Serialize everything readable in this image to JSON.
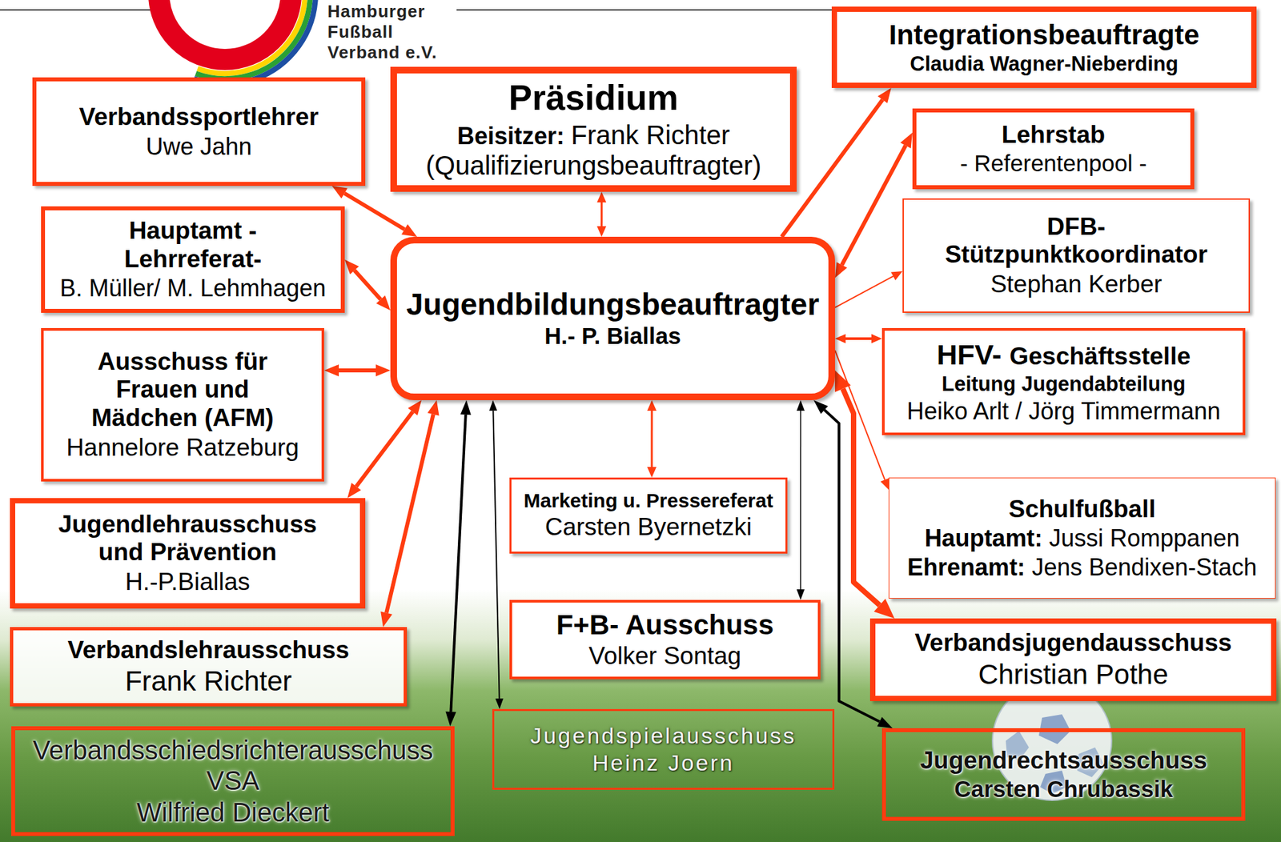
{
  "diagram": {
    "nodes": [
      {
        "text": [
          "Verbandssportlehrer",
          "Uwe Jahn"
        ]
      },
      {
        "text": [
          "Präsidium",
          "Beisitzer:",
          "Frank Richter (Qualifizierungsbeauftragter)"
        ]
      },
      {
        "text": [
          "Integrationsbeauftragte",
          "Claudia Wagner-Nieberding"
        ]
      },
      {
        "text": [
          "Lehrstab",
          "- Referentenpool -"
        ]
      },
      {
        "text": [
          "Hauptamt -Lehrreferat-",
          "B. Müller/ M. Lehmhagen"
        ]
      },
      {
        "text": [
          "Jugendbildungsbeauftragter",
          "H.- P. Biallas"
        ]
      },
      {
        "text": [
          "DFB- Stützpunktkoordinator",
          "Stephan Kerber"
        ]
      },
      {
        "text": [
          "Ausschuss für Frauen und Mädchen (AFM)",
          "Hannelore Ratzeburg"
        ]
      },
      {
        "text": [
          "HFV-",
          "Geschäftsstelle",
          "Leitung Jugendabteilung",
          "Heiko Arlt / Jörg Timmermann"
        ]
      },
      {
        "text": [
          "Marketing u. Pressereferat",
          "Carsten Byernetzki"
        ]
      },
      {
        "text": [
          "Schulfußball",
          "Hauptamt:",
          "Jussi Romppanen",
          "Ehrenamt:",
          "Jens Bendixen-Stach"
        ]
      },
      {
        "text": [
          "Jugendlehrausschuss und Prävention",
          "H.-P.Biallas"
        ]
      },
      {
        "text": [
          "Verbandslehrausschuss",
          "Frank Richter"
        ]
      },
      {
        "text": [
          "F+B- Ausschuss",
          "Volker Sontag"
        ]
      },
      {
        "text": [
          "Verbandsjugendausschuss",
          "Christian Pothe"
        ]
      },
      {
        "text": [
          "Verbandsschiedsrichterausschuss VSA",
          "Wilfried Dieckert"
        ]
      },
      {
        "text": [
          "Jugendspielausschuss",
          "Heinz Joern"
        ]
      },
      {
        "text": [
          "Jugendrechtsausschuss",
          "Carsten Chrubassik"
        ]
      }
    ],
    "edges": [
      {
        "from": 0,
        "to": 5,
        "arrow": "both"
      },
      {
        "from": 1,
        "to": 5,
        "arrow": "both"
      },
      {
        "from": 5,
        "to": 2,
        "arrow": "to"
      },
      {
        "from": 3,
        "to": 5,
        "arrow": "both"
      },
      {
        "from": 4,
        "to": 5,
        "arrow": "both"
      },
      {
        "from": 5,
        "to": 6,
        "arrow": "to"
      },
      {
        "from": 7,
        "to": 5,
        "arrow": "both"
      },
      {
        "from": 5,
        "to": 8,
        "arrow": "both"
      },
      {
        "from": 9,
        "to": 5,
        "arrow": "both"
      },
      {
        "from": 5,
        "to": 10,
        "arrow": "to"
      },
      {
        "from": 11,
        "to": 5,
        "arrow": "both"
      },
      {
        "from": 12,
        "to": 5,
        "arrow": "both"
      },
      {
        "from": 13,
        "to": 5,
        "arrow": "both"
      },
      {
        "from": 14,
        "to": 5,
        "arrow": "both"
      },
      {
        "from": 15,
        "to": 5,
        "arrow": "both"
      },
      {
        "from": 16,
        "to": 5,
        "arrow": "both"
      },
      {
        "from": 17,
        "to": 5,
        "arrow": "both"
      }
    ],
    "labels": [
      "Hamburger Fußball Verband e.V."
    ]
  }
}
